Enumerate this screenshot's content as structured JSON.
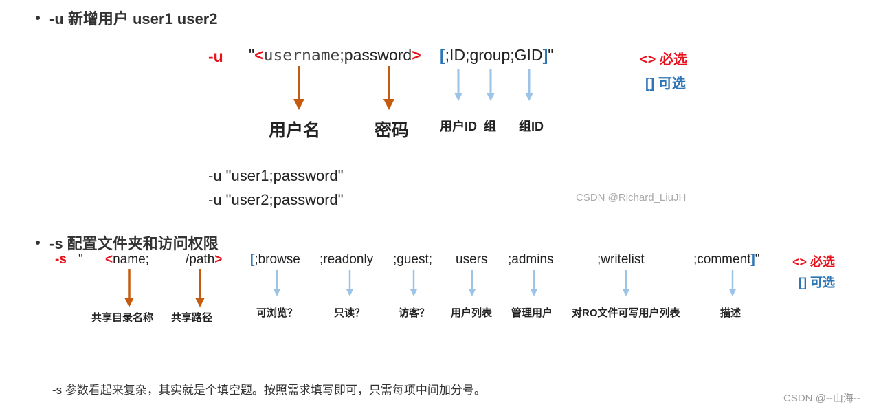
{
  "section1": {
    "title": "-u  新增用户 user1  user2",
    "syntax": {
      "flag": "-u",
      "quote_open": "\"",
      "lt": "<",
      "username": "username",
      "password": ";password",
      "gt": ">",
      "bracket_open": "[",
      "optional": ";ID;group;GID",
      "bracket_close": "]",
      "quote_close": "\""
    },
    "labels": {
      "username": "用户名",
      "password": "密码",
      "userid": "用户ID",
      "group": "组",
      "gid": "组ID"
    },
    "legend": {
      "required_sym": "<>",
      "required": "必选",
      "optional_sym": "[]",
      "optional": "可选"
    },
    "examples": [
      "-u   \"user1;password\"",
      "-u   \"user2;password\""
    ],
    "watermark": "CSDN @Richard_LiuJH"
  },
  "section2": {
    "title": "-s  配置文件夹和访问权限",
    "syntax": {
      "flag": "-s",
      "quote_open": "\"",
      "lt": "<",
      "name": "name;",
      "path": "/path",
      "gt": ">",
      "bracket_open": "[",
      "browse": ";browse",
      "readonly": ";readonly",
      "guest": ";guest;",
      "users": "users",
      "admins": ";admins",
      "writelist": ";writelist",
      "comment": ";comment",
      "bracket_close": "]",
      "quote_close": "\""
    },
    "labels": {
      "name": "共享目录名称",
      "path": "共享路径",
      "browse": "可浏览？",
      "readonly": "只读？",
      "guest": "访客？",
      "users": "用户列表",
      "admins": "管理用户",
      "writelist": "对RO文件可写用户列表",
      "comment": "描述"
    },
    "legend": {
      "required_sym": "<>",
      "required": "必选",
      "optional_sym": "[]",
      "optional": "可选"
    }
  },
  "note": "-s 参数看起来复杂，其实就是个填空题。按照需求填写即可，只需每项中间加分号。",
  "footer_watermark": "CSDN @--山海--",
  "colors": {
    "required": "#e8101a",
    "optional": "#2e75b6",
    "arrow_required": "#c55a11",
    "arrow_optional": "#9dc3e6"
  }
}
